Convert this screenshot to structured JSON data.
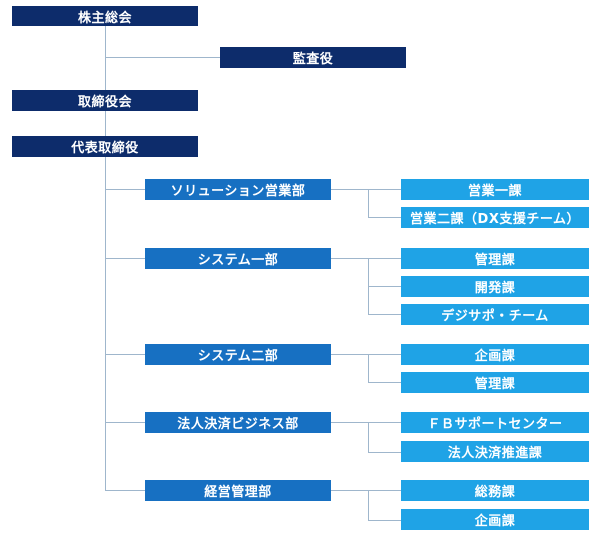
{
  "top": {
    "shareholders": "株主総会",
    "auditor": "監査役",
    "board": "取締役会",
    "ceo": "代表取締役"
  },
  "departments": [
    {
      "name": "ソリューション営業部",
      "sections": [
        "営業一課",
        "営業二課（DX支援チーム）"
      ]
    },
    {
      "name": "システム一部",
      "sections": [
        "管理課",
        "開発課",
        "デジサポ・チーム"
      ]
    },
    {
      "name": "システム二部",
      "sections": [
        "企画課",
        "管理課"
      ]
    },
    {
      "name": "法人決済ビジネス部",
      "sections": [
        "ＦＢサポートセンター",
        "法人決済推進課"
      ]
    },
    {
      "name": "経営管理部",
      "sections": [
        "総務課",
        "企画課"
      ]
    }
  ],
  "colors": {
    "top_level": "#0d2c6b",
    "department": "#1770c2",
    "section": "#1fa3e6",
    "connector": "#9fb6cc"
  }
}
